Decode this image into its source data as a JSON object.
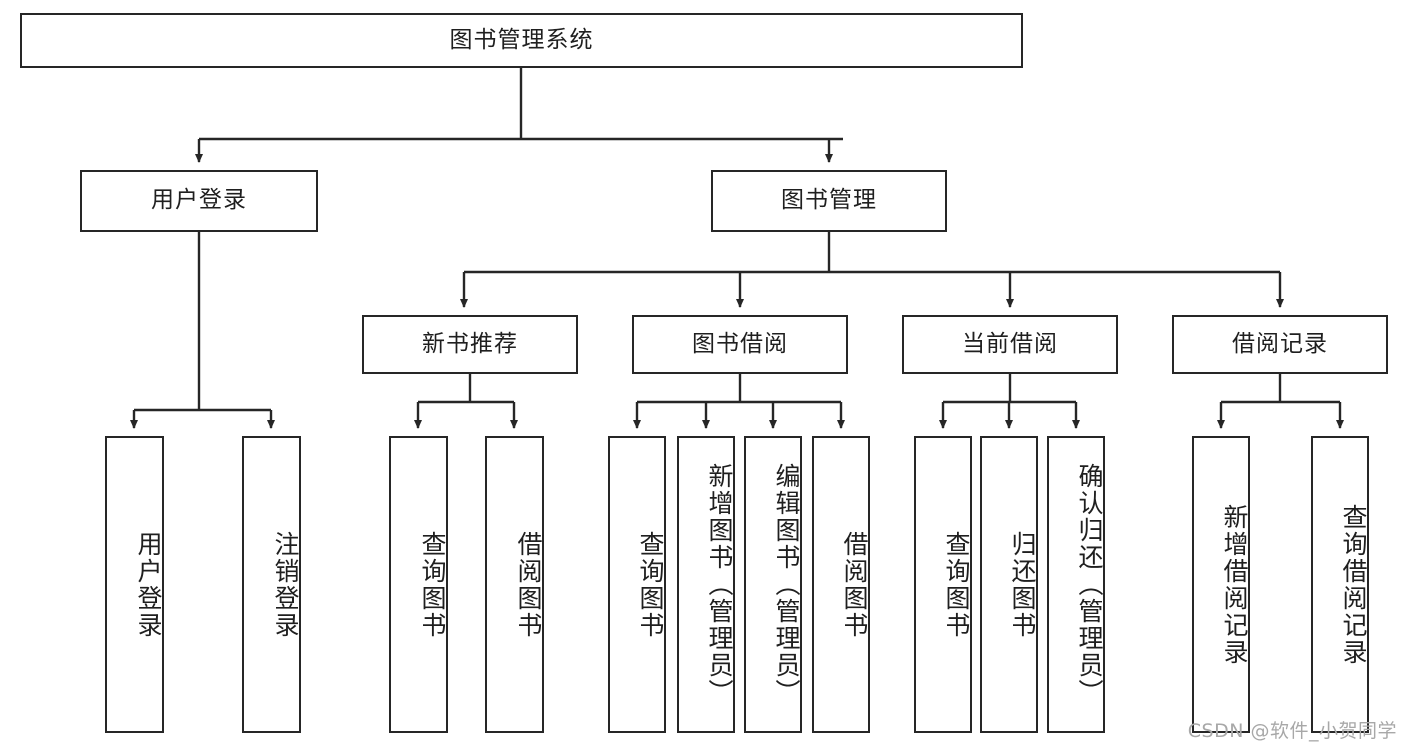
{
  "diagram": {
    "type": "tree",
    "title": "图书管理系统",
    "watermark": "CSDN @软件_小贺同学",
    "style": {
      "border_color": "#262626",
      "fill_color": "#ffffff",
      "text_color": "#1f1f1f",
      "line_color": "#262626",
      "background": "#ffffff"
    },
    "root": {
      "label": "图书管理系统"
    },
    "level2": [
      {
        "label": "用户登录"
      },
      {
        "label": "图书管理"
      }
    ],
    "level3": [
      {
        "label": "新书推荐"
      },
      {
        "label": "图书借阅"
      },
      {
        "label": "当前借阅"
      },
      {
        "label": "借阅记录"
      }
    ],
    "leaves": {
      "user_login": [
        {
          "label": "用户登录"
        },
        {
          "label": "注销登录"
        }
      ],
      "new_book": [
        {
          "label": "查询图书"
        },
        {
          "label": "借阅图书"
        }
      ],
      "book_borrow": [
        {
          "label": "查询图书"
        },
        {
          "label": "新增图书（管理员）"
        },
        {
          "label": "编辑图书（管理员）"
        },
        {
          "label": "借阅图书"
        }
      ],
      "current_borrow": [
        {
          "label": "查询图书"
        },
        {
          "label": "归还图书"
        },
        {
          "label": "确认归还（管理员）"
        }
      ],
      "borrow_record": [
        {
          "label": "新增借阅记录"
        },
        {
          "label": "查询借阅记录"
        }
      ]
    }
  }
}
